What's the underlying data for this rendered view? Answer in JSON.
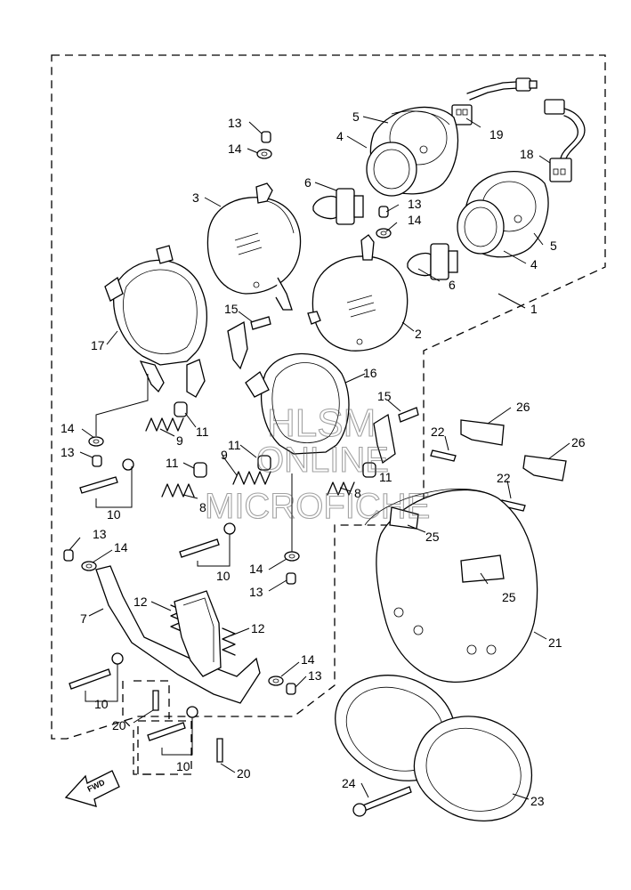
{
  "diagram": {
    "callouts": [
      {
        "id": "c1",
        "label": "1"
      },
      {
        "id": "c2",
        "label": "2"
      },
      {
        "id": "c3",
        "label": "3"
      },
      {
        "id": "c4a",
        "label": "4"
      },
      {
        "id": "c4b",
        "label": "4"
      },
      {
        "id": "c5a",
        "label": "5"
      },
      {
        "id": "c5b",
        "label": "5"
      },
      {
        "id": "c6a",
        "label": "6"
      },
      {
        "id": "c6b",
        "label": "6"
      },
      {
        "id": "c7",
        "label": "7"
      },
      {
        "id": "c8a",
        "label": "8"
      },
      {
        "id": "c8b",
        "label": "8"
      },
      {
        "id": "c9a",
        "label": "9"
      },
      {
        "id": "c9b",
        "label": "9"
      },
      {
        "id": "c10a",
        "label": "10"
      },
      {
        "id": "c10b",
        "label": "10"
      },
      {
        "id": "c10c",
        "label": "10"
      },
      {
        "id": "c10d",
        "label": "10"
      },
      {
        "id": "c11a",
        "label": "11"
      },
      {
        "id": "c11b",
        "label": "11"
      },
      {
        "id": "c11c",
        "label": "11"
      },
      {
        "id": "c11d",
        "label": "11"
      },
      {
        "id": "c12a",
        "label": "12"
      },
      {
        "id": "c12b",
        "label": "12"
      },
      {
        "id": "c13a",
        "label": "13"
      },
      {
        "id": "c13b",
        "label": "13"
      },
      {
        "id": "c13c",
        "label": "13"
      },
      {
        "id": "c13d",
        "label": "13"
      },
      {
        "id": "c13e",
        "label": "13"
      },
      {
        "id": "c13f",
        "label": "13"
      },
      {
        "id": "c14a",
        "label": "14"
      },
      {
        "id": "c14b",
        "label": "14"
      },
      {
        "id": "c14c",
        "label": "14"
      },
      {
        "id": "c14d",
        "label": "14"
      },
      {
        "id": "c14e",
        "label": "14"
      },
      {
        "id": "c14f",
        "label": "14"
      },
      {
        "id": "c15a",
        "label": "15"
      },
      {
        "id": "c15b",
        "label": "15"
      },
      {
        "id": "c16",
        "label": "16"
      },
      {
        "id": "c17",
        "label": "17"
      },
      {
        "id": "c18",
        "label": "18"
      },
      {
        "id": "c19",
        "label": "19"
      },
      {
        "id": "c20a",
        "label": "20"
      },
      {
        "id": "c20b",
        "label": "20"
      },
      {
        "id": "c21",
        "label": "21"
      },
      {
        "id": "c22a",
        "label": "22"
      },
      {
        "id": "c22b",
        "label": "22"
      },
      {
        "id": "c23",
        "label": "23"
      },
      {
        "id": "c24",
        "label": "24"
      },
      {
        "id": "c25a",
        "label": "25"
      },
      {
        "id": "c25b",
        "label": "25"
      },
      {
        "id": "c26a",
        "label": "26"
      },
      {
        "id": "c26b",
        "label": "26"
      }
    ],
    "fwd_arrow_label": "FWD",
    "watermark": {
      "line1": "HLSM",
      "line2": "ONLINE",
      "line3": "MICROFICHE"
    }
  }
}
